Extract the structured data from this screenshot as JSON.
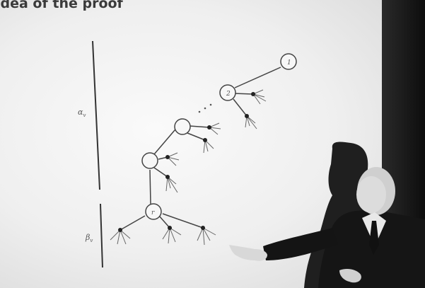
{
  "slide": {
    "title": "idea of the proof",
    "alpha_label": "α",
    "alpha_sub": "v",
    "beta_label": "β",
    "beta_sub": "v",
    "root_label": "r",
    "top_node_label": "1",
    "second_node_label": "2"
  },
  "icons": [
    "tree-diagram",
    "presenter-silhouette",
    "pointing-hand"
  ]
}
